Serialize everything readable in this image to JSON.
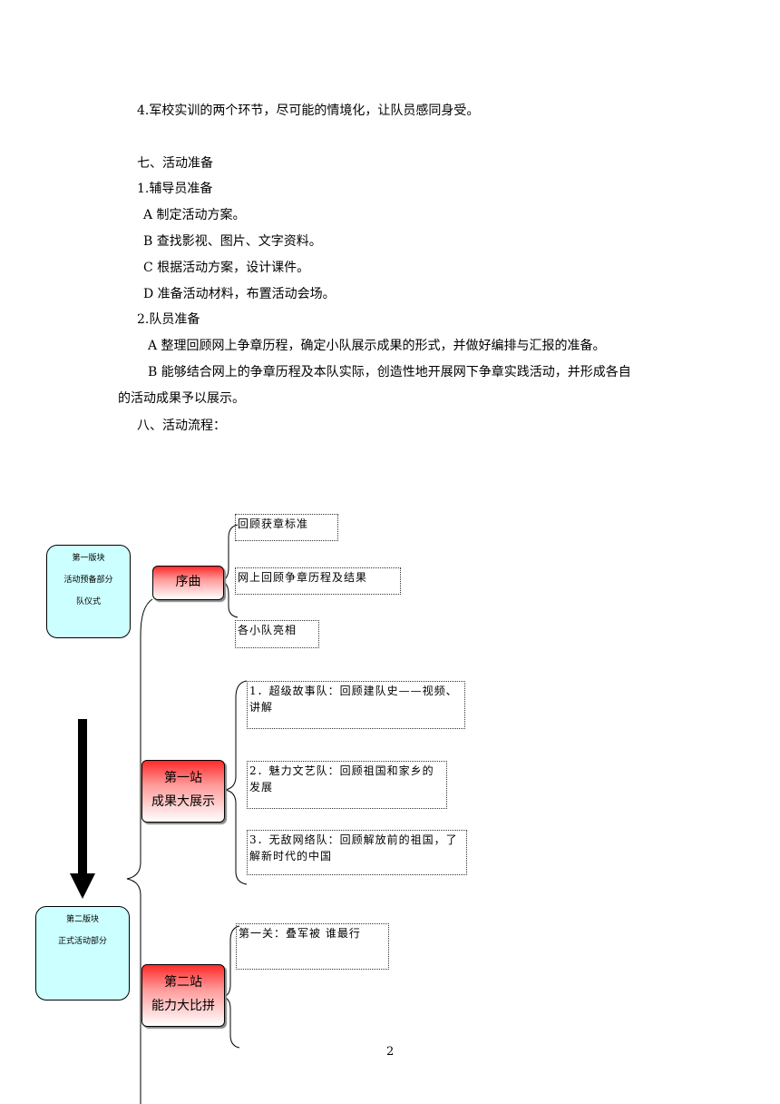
{
  "paragraphs": [
    "4.军校实训的两个环节，尽可能的情境化，让队员感同身受。",
    "七、活动准备",
    "1.辅导员准备",
    "A 制定活动方案。",
    "B 查找影视、图片、文字资料。",
    "C 根据活动方案，设计课件。",
    "D 准备活动材料，布置活动会场。",
    "2.队员准备",
    "A 整理回顾网上争章历程，确定小队展示成果的形式，并做好编排与汇报的准备。",
    "B 能够结合网上的争章历程及本队实际，创造性地开展网下争章实践活动，并形成各自",
    "的活动成果予以展示。",
    "八、活动流程："
  ],
  "flow": {
    "block1": [
      "第一版块",
      "活动预备部分",
      "队仪式"
    ],
    "block2": [
      "第二版块",
      "正式活动部分"
    ],
    "prelude": {
      "label": "序曲",
      "items": [
        "回顾获章标准",
        "网上回顾争章历程及结果",
        "各小队亮相"
      ]
    },
    "station1": {
      "line1": "第一站",
      "line2": "成果大展示",
      "items": [
        "1．超级故事队：回顾建队史——视频、讲解",
        "2．魅力文艺队：回顾祖国和家乡的发展",
        "3．无敌网络队：回顾解放前的祖国，了解新时代的中国"
      ]
    },
    "station2": {
      "line1": "第二站",
      "line2": "能力大比拼",
      "items": [
        "第一关：叠军被 谁最行"
      ]
    }
  },
  "page_number": "2"
}
